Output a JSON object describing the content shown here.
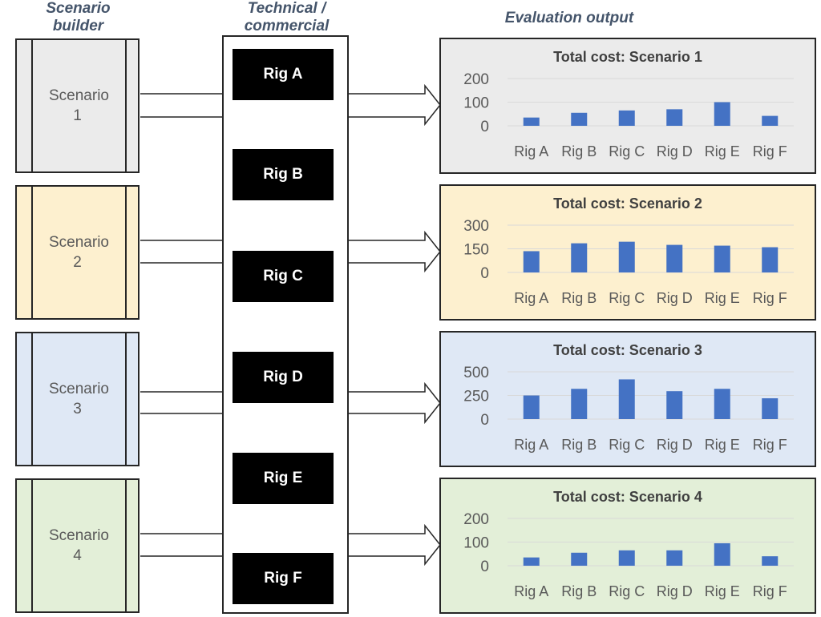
{
  "headers": {
    "scenario_builder": "Scenario builder",
    "technical_commercial": "Technical / commercial",
    "evaluation_output": "Evaluation output"
  },
  "scenarios": [
    {
      "label": "Scenario 1",
      "color": "#ebebeb"
    },
    {
      "label": "Scenario 2",
      "color": "#fdf0cf"
    },
    {
      "label": "Scenario 3",
      "color": "#dfe8f5"
    },
    {
      "label": "Scenario 4",
      "color": "#e3efd8"
    }
  ],
  "rigs": [
    "Rig A",
    "Rig B",
    "Rig C",
    "Rig D",
    "Rig E",
    "Rig F"
  ],
  "colors": {
    "bar": "#4472c4",
    "grid": "#d9d9d9",
    "axis_text": "#595959"
  },
  "chart_data": [
    {
      "type": "bar",
      "title": "Total cost: Scenario 1",
      "categories": [
        "Rig A",
        "Rig B",
        "Rig C",
        "Rig D",
        "Rig E",
        "Rig F"
      ],
      "values": [
        35,
        55,
        65,
        70,
        100,
        42
      ],
      "ylim": [
        0,
        200
      ],
      "yticks": [
        0,
        100,
        200
      ],
      "grid": true,
      "background": "#ebebeb"
    },
    {
      "type": "bar",
      "title": "Total cost: Scenario 2",
      "categories": [
        "Rig A",
        "Rig B",
        "Rig C",
        "Rig D",
        "Rig E",
        "Rig F"
      ],
      "values": [
        135,
        185,
        195,
        175,
        170,
        160
      ],
      "ylim": [
        0,
        300
      ],
      "yticks": [
        0,
        150,
        300
      ],
      "grid": true,
      "background": "#fdf0cf"
    },
    {
      "type": "bar",
      "title": "Total cost: Scenario 3",
      "categories": [
        "Rig A",
        "Rig B",
        "Rig C",
        "Rig D",
        "Rig E",
        "Rig F"
      ],
      "values": [
        250,
        320,
        420,
        295,
        320,
        220
      ],
      "ylim": [
        0,
        500
      ],
      "yticks": [
        0,
        250,
        500
      ],
      "grid": true,
      "background": "#dfe8f5"
    },
    {
      "type": "bar",
      "title": "Total cost: Scenario 4",
      "categories": [
        "Rig A",
        "Rig B",
        "Rig C",
        "Rig D",
        "Rig E",
        "Rig F"
      ],
      "values": [
        35,
        55,
        65,
        65,
        95,
        40
      ],
      "ylim": [
        0,
        200
      ],
      "yticks": [
        0,
        100,
        200
      ],
      "grid": true,
      "background": "#e3efd8"
    }
  ]
}
